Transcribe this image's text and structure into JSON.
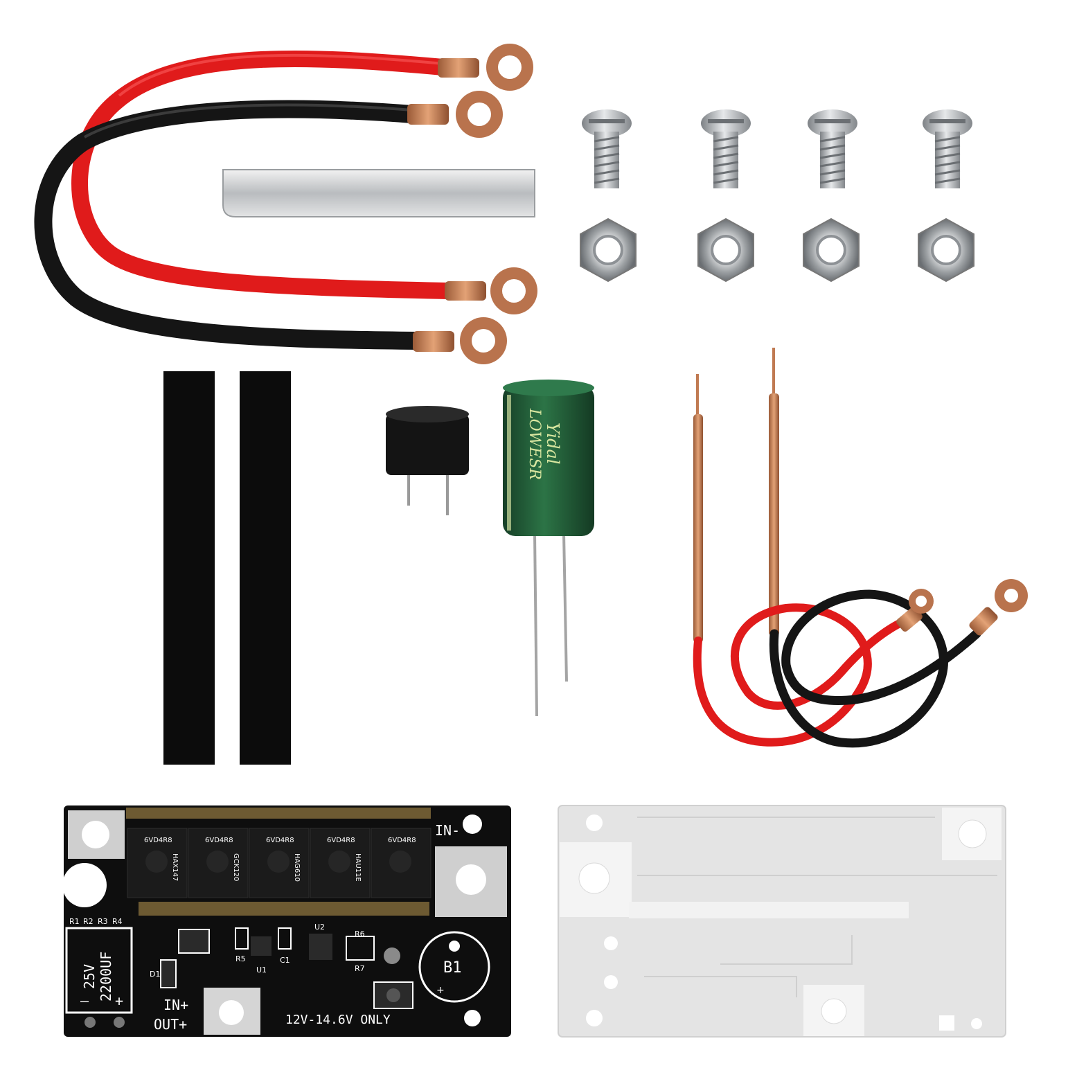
{
  "image": {
    "kind": "product-photo",
    "subject": "spot welder DIY kit components"
  },
  "colors": {
    "background": "#ffffff",
    "red_wire": "#e01b1b",
    "black_wire": "#151515",
    "copper": "#c07a52",
    "pcb_black": "#0e0e0e",
    "pcb_white": "#dcdcdc",
    "capacitor_green": "#1f5a35",
    "metal": "#a9acaf"
  },
  "pcb_front": {
    "label_in_minus": "IN-",
    "label_in_plus": "IN+",
    "label_out_plus": "OUT+",
    "label_voltage": "12V-14.6V ONLY",
    "label_b1": "B1",
    "cap_rating_1": "25V",
    "cap_rating_2": "2200UF",
    "cap_minus": "—",
    "cap_plus": "+",
    "resistors": [
      "R1",
      "R2",
      "R3",
      "R4"
    ],
    "labels": {
      "d1": "D1",
      "u1": "U1",
      "u2": "U2",
      "r5": "R5",
      "r6": "R6",
      "r7": "R7",
      "c1": "C1",
      "plus": "+"
    },
    "mosfet_marks": [
      "6VD4R8",
      "6VD4R8",
      "6VD4R8",
      "6VD4R8",
      "6VD4R8"
    ],
    "mosfet_codes": [
      "HAX147",
      "GCK120",
      "HAG610",
      "HAU11E",
      ""
    ]
  },
  "capacitor": {
    "text_1": "LOWESR",
    "text_2": "Yidal"
  },
  "icons": [
    "screw-icon",
    "nut-icon",
    "ring-terminal-icon",
    "buzzer-icon",
    "welding-pen-icon"
  ]
}
